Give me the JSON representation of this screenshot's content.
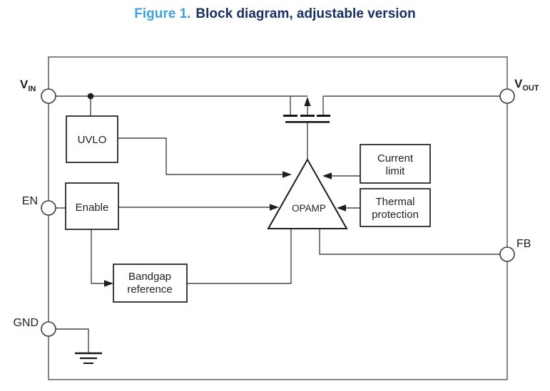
{
  "figure": {
    "label": "Figure 1.",
    "title": "Block diagram, adjustable version"
  },
  "colors": {
    "figure_label_blue": "#3fa2dc",
    "figure_title_navy": "#1b3062",
    "wire": "#464646",
    "block_stroke": "#1c1c1c",
    "boundary": "#5d5d5d",
    "text": "#1f1f1f",
    "bg": "#ffffff"
  },
  "pins": {
    "vin": {
      "main": "V",
      "sub": "IN"
    },
    "vout": {
      "main": "V",
      "sub": "OUT"
    },
    "en": {
      "label": "EN"
    },
    "fb": {
      "label": "FB"
    },
    "gnd": {
      "label": "GND"
    }
  },
  "blocks": {
    "uvlo": {
      "label": "UVLO"
    },
    "enable": {
      "label": "Enable"
    },
    "bandgap": {
      "line1": "Bandgap",
      "line2": "reference"
    },
    "opamp": {
      "label": "OPAMP"
    },
    "current_limit": {
      "line1": "Current",
      "line2": "limit"
    },
    "thermal_protection": {
      "line1": "Thermal",
      "line2": "protection"
    }
  },
  "icons": {
    "pass_transistor": "pmos-pass-transistor-icon",
    "ground": "earth-ground-icon",
    "junction": "wire-junction-dot"
  }
}
